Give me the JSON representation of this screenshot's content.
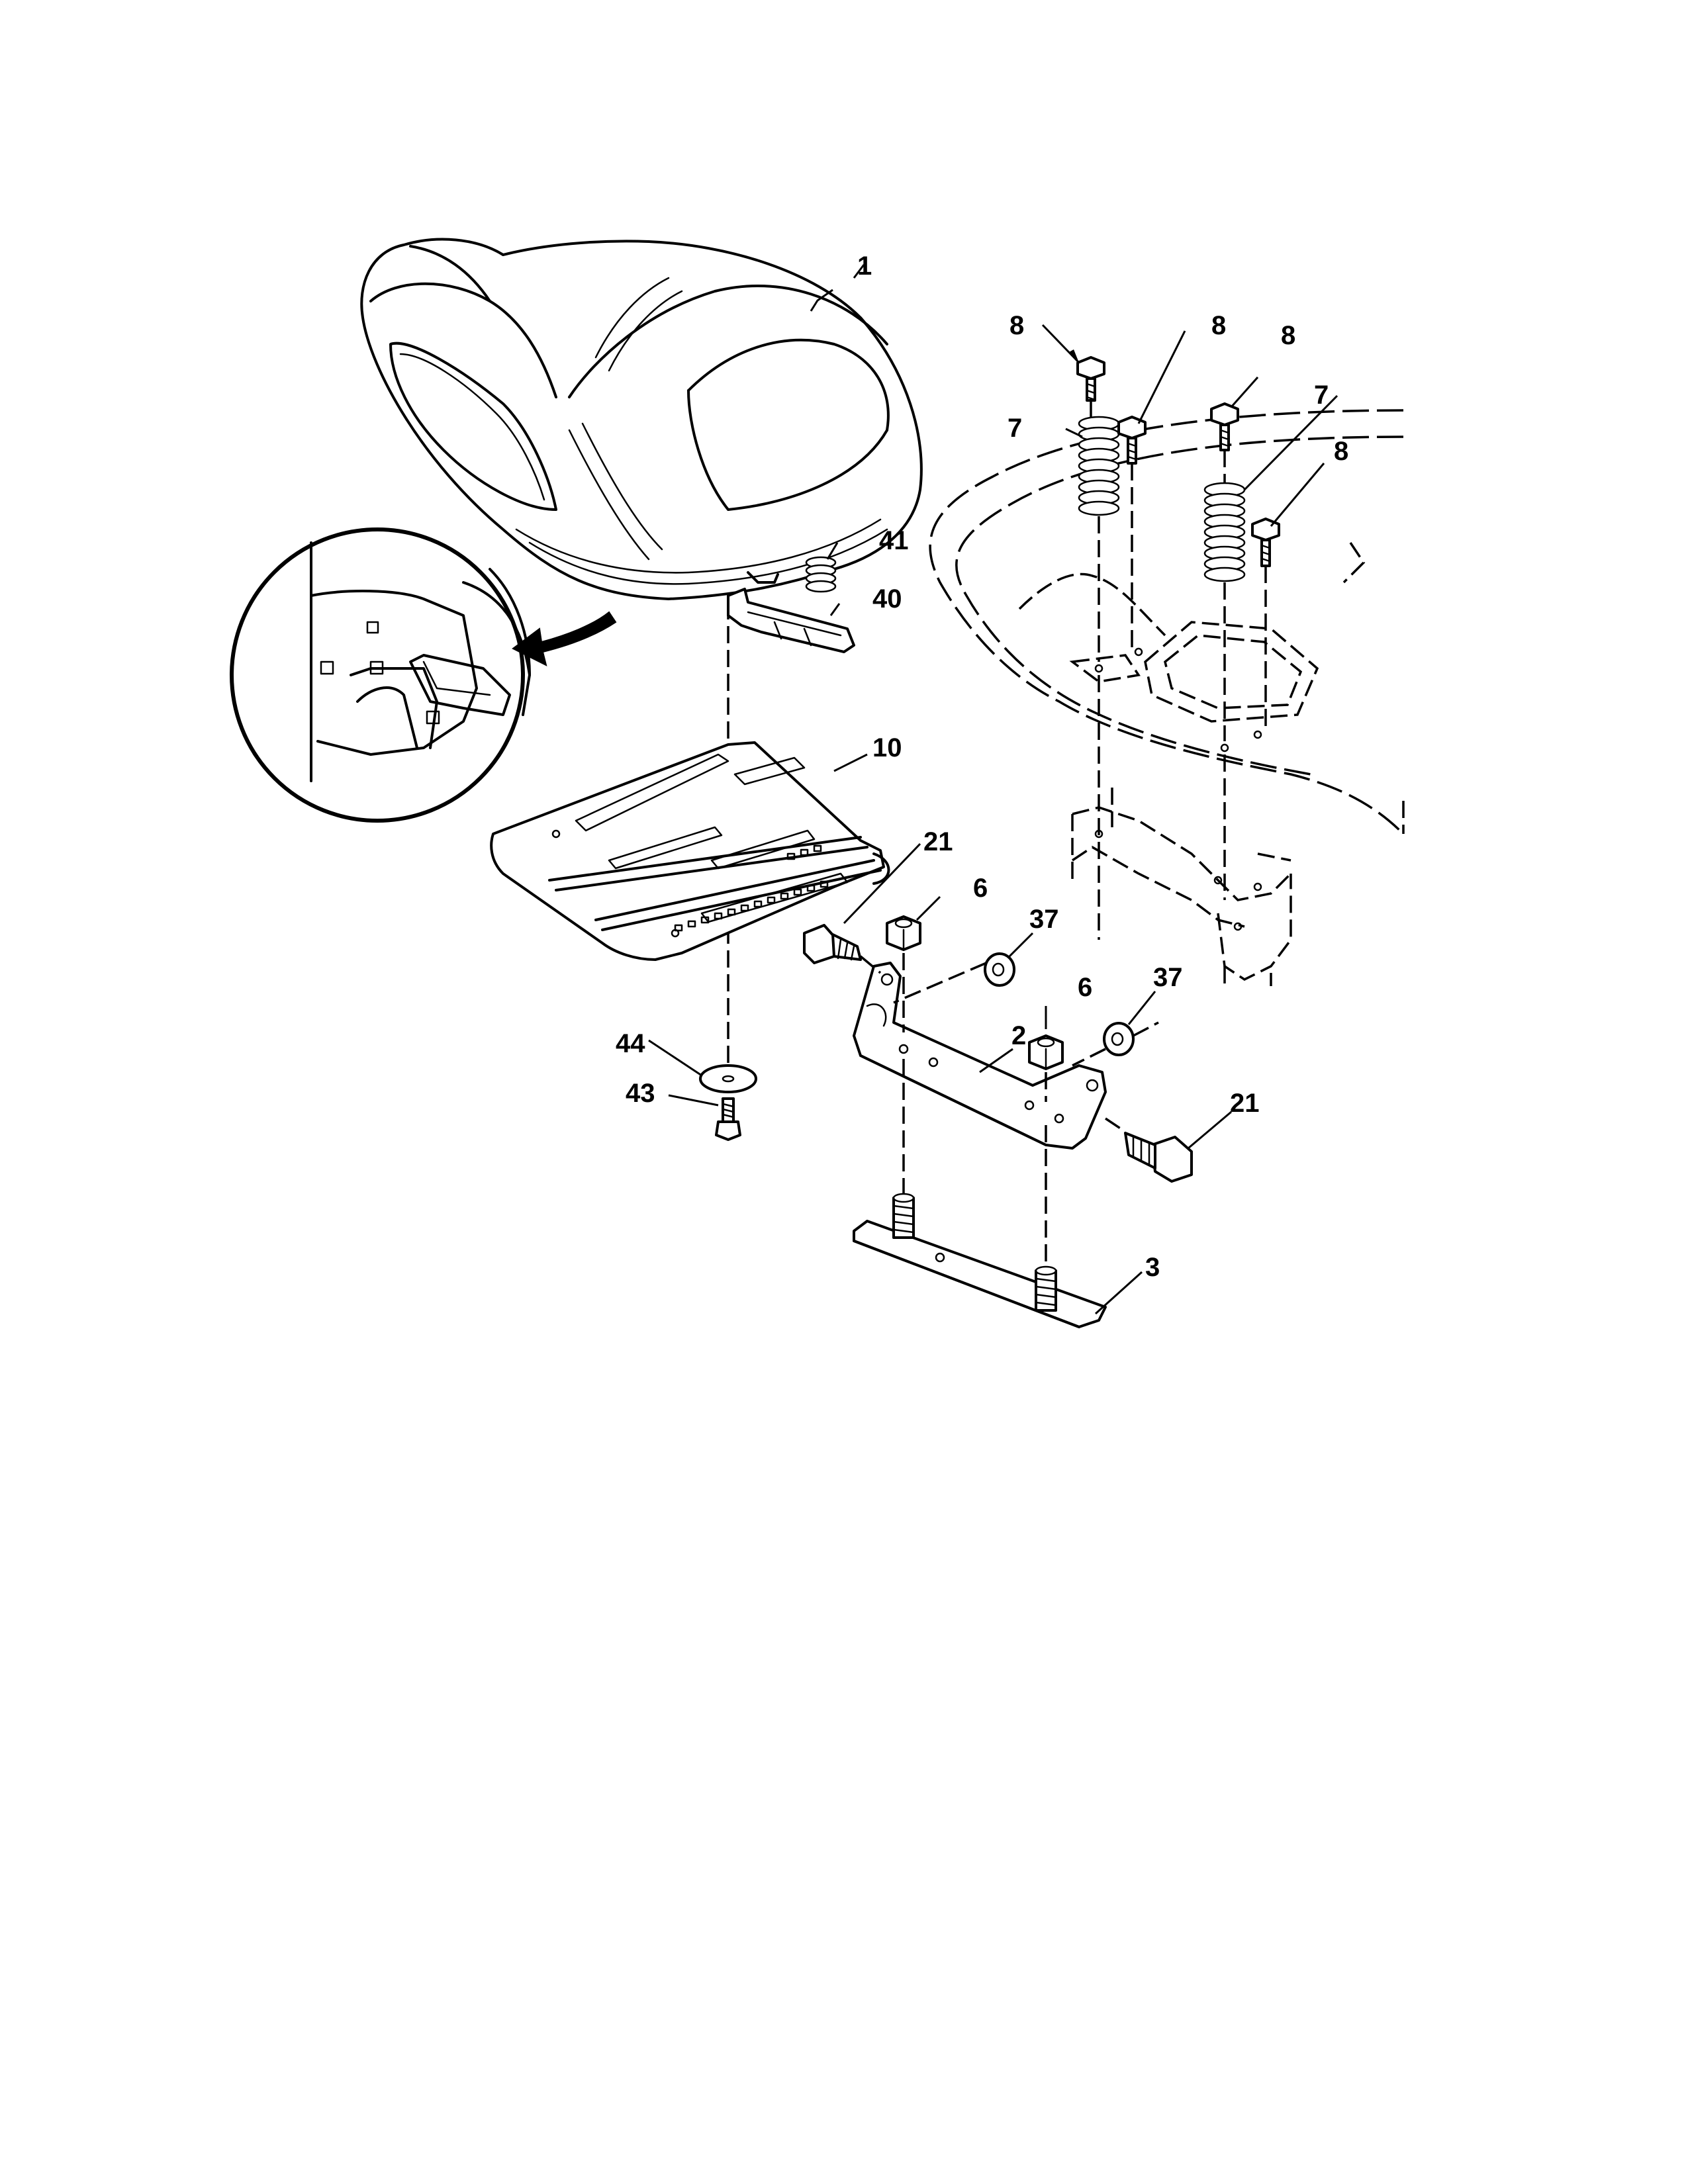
{
  "diagram": {
    "callouts": [
      {
        "id": "c1",
        "text": "1"
      },
      {
        "id": "c8a",
        "text": "8"
      },
      {
        "id": "c8b",
        "text": "8"
      },
      {
        "id": "c8c",
        "text": "8"
      },
      {
        "id": "c7a",
        "text": "7"
      },
      {
        "id": "c7b",
        "text": "7"
      },
      {
        "id": "c8d",
        "text": "8"
      },
      {
        "id": "c41",
        "text": "41"
      },
      {
        "id": "c40",
        "text": "40"
      },
      {
        "id": "c10",
        "text": "10"
      },
      {
        "id": "c21a",
        "text": "21"
      },
      {
        "id": "c6a",
        "text": "6"
      },
      {
        "id": "c37a",
        "text": "37"
      },
      {
        "id": "c6b",
        "text": "6"
      },
      {
        "id": "c37b",
        "text": "37"
      },
      {
        "id": "c2",
        "text": "2"
      },
      {
        "id": "c44",
        "text": "44"
      },
      {
        "id": "c43",
        "text": "43"
      },
      {
        "id": "c21b",
        "text": "21"
      },
      {
        "id": "c3",
        "text": "3"
      }
    ]
  }
}
